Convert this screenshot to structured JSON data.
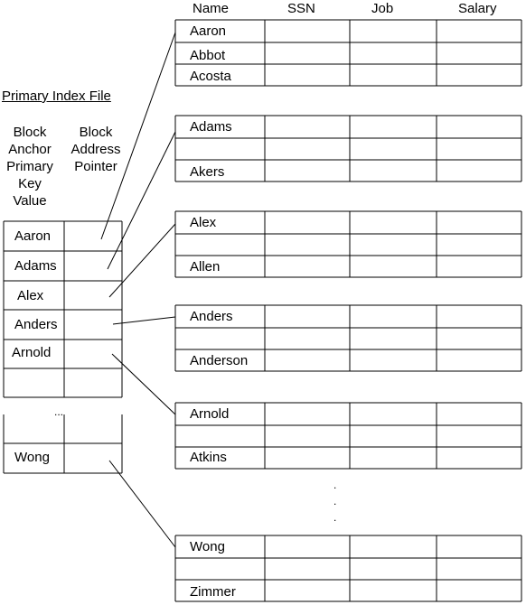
{
  "header": {
    "name": "Name",
    "ssn": "SSN",
    "job": "Job",
    "salary": "Salary"
  },
  "index": {
    "title": "Primary Index File",
    "col_key_label": "Block Anchor Primary Key Value",
    "col_pointer_label": "Block Address Pointer",
    "entries": [
      "Aaron",
      "Adams",
      "Alex",
      "Anders",
      "Arnold",
      "",
      "Wong"
    ],
    "gap_marker": "..."
  },
  "blocks": [
    {
      "names": [
        "Aaron",
        "Abbot",
        "Acosta"
      ]
    },
    {
      "names": [
        "Adams",
        "",
        "Akers"
      ]
    },
    {
      "names": [
        "Alex",
        "",
        "Allen"
      ]
    },
    {
      "names": [
        "Anders",
        "",
        "Anderson"
      ]
    },
    {
      "names": [
        "Arnold",
        "",
        "Atkins"
      ]
    },
    {
      "names": [
        "Wong",
        "",
        "Zimmer"
      ]
    }
  ],
  "block_gap_marker": "."
}
